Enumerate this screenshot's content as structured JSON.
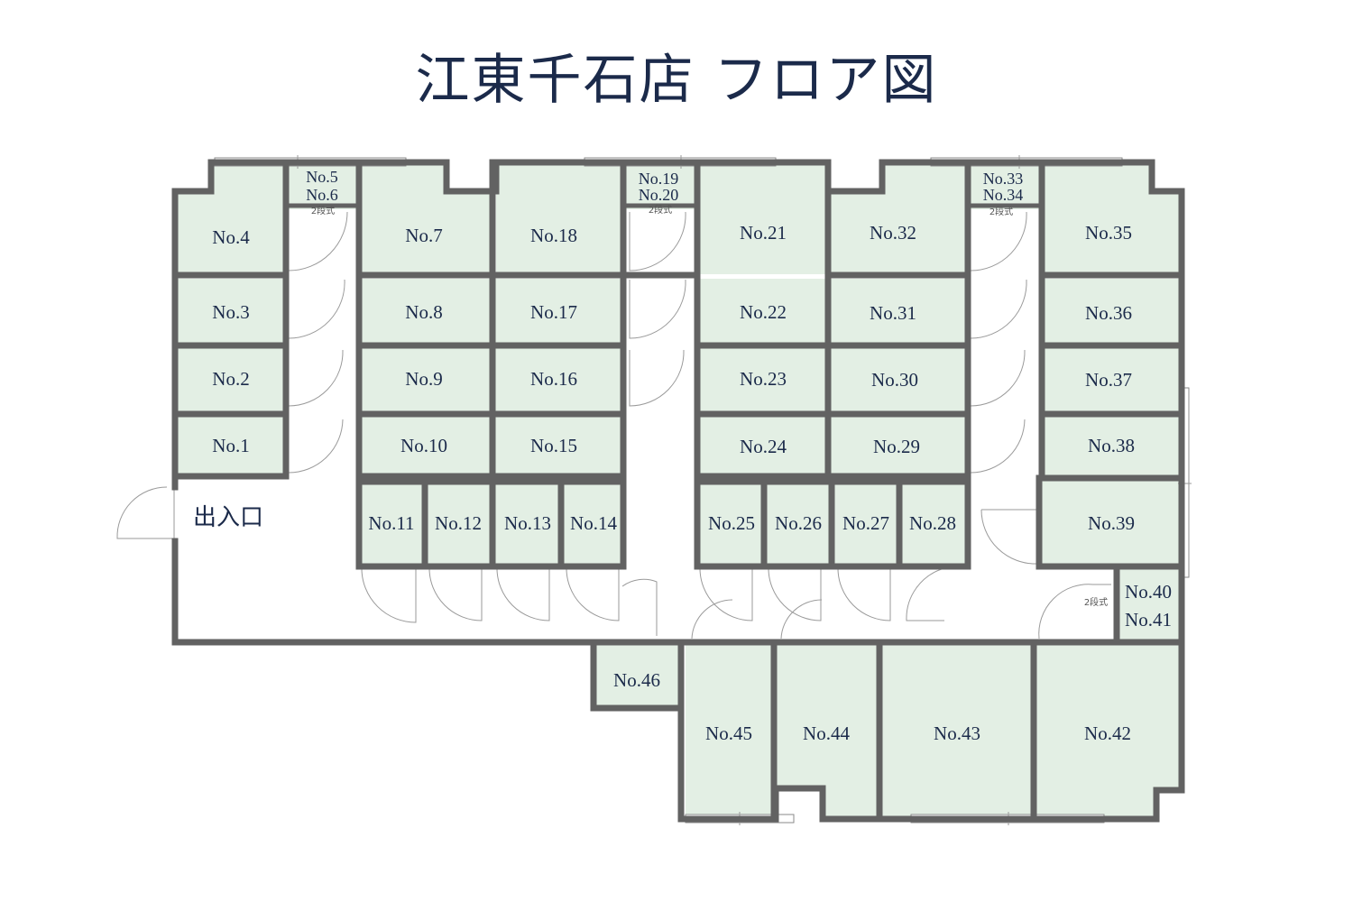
{
  "title": "江東千石店 フロア図",
  "entrance_label": "出入口",
  "two_tier_note": "2段式",
  "room_fill_color": "#e3efe4",
  "wall_color": "#626262",
  "text_color": "#1b2a4a",
  "rooms": {
    "r1": "No.1",
    "r2": "No.2",
    "r3": "No.3",
    "r4": "No.4",
    "r5": "No.5",
    "r6": "No.6",
    "r7": "No.7",
    "r8": "No.8",
    "r9": "No.9",
    "r10": "No.10",
    "r11": "No.11",
    "r12": "No.12",
    "r13": "No.13",
    "r14": "No.14",
    "r15": "No.15",
    "r16": "No.16",
    "r17": "No.17",
    "r18": "No.18",
    "r19": "No.19",
    "r20": "No.20",
    "r21": "No.21",
    "r22": "No.22",
    "r23": "No.23",
    "r24": "No.24",
    "r25": "No.25",
    "r26": "No.26",
    "r27": "No.27",
    "r28": "No.28",
    "r29": "No.29",
    "r30": "No.30",
    "r31": "No.31",
    "r32": "No.32",
    "r33": "No.33",
    "r34": "No.34",
    "r35": "No.35",
    "r36": "No.36",
    "r37": "No.37",
    "r38": "No.38",
    "r39": "No.39",
    "r40": "No.40",
    "r41": "No.41",
    "r42": "No.42",
    "r43": "No.43",
    "r44": "No.44",
    "r45": "No.45",
    "r46": "No.46"
  }
}
